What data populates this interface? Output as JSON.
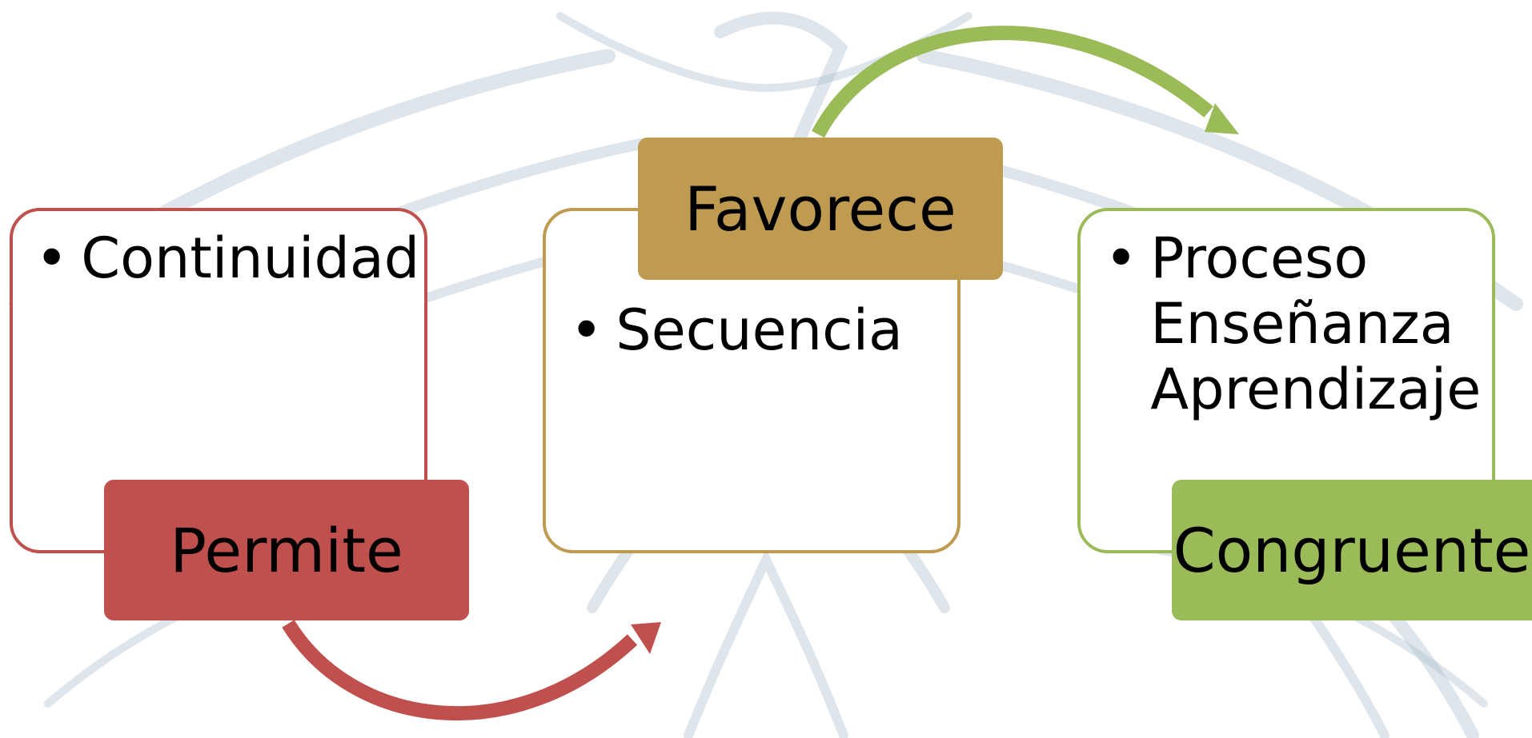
{
  "colors": {
    "red": "#c0504d",
    "gold": "#bf9b52",
    "green": "#9bbb59",
    "watermark": "#a9bccb"
  },
  "stages": [
    {
      "tag": "Permite",
      "bullets": [
        "Continuidad"
      ]
    },
    {
      "tag": "Favorece",
      "bullets": [
        "Secuencia"
      ]
    },
    {
      "tag": "Congruente",
      "bullets": [
        "Proceso Enseñanza Aprendizaje"
      ],
      "bullet_lines": [
        "Proceso",
        "Enseñanza",
        "Aprendizaje"
      ]
    }
  ],
  "arrows": [
    {
      "from": "Permite",
      "to": "Secuencia",
      "color": "red"
    },
    {
      "from": "Favorece",
      "to": "Proceso Enseñanza Aprendizaje",
      "color": "green"
    }
  ]
}
